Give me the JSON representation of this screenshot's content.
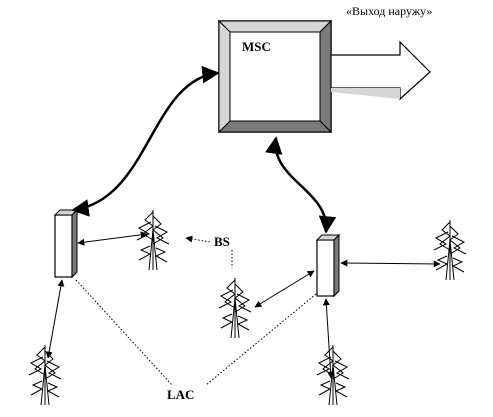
{
  "msc": {
    "label": "MSC"
  },
  "exit": {
    "label": "«Выход наружу»"
  },
  "labels": {
    "bs": "BS",
    "lac": "LAC"
  },
  "towers": [
    {
      "name": "tower-top-left-area"
    },
    {
      "name": "tower-bottom-left"
    },
    {
      "name": "tower-center"
    },
    {
      "name": "tower-right"
    },
    {
      "name": "tower-bottom-right"
    }
  ],
  "colors": {
    "stroke": "#000000",
    "box_face": "#ffffff",
    "box_light": "#d6d6d6",
    "box_dark": "#7a7a7a",
    "arrow_fill": "#ffffff"
  }
}
